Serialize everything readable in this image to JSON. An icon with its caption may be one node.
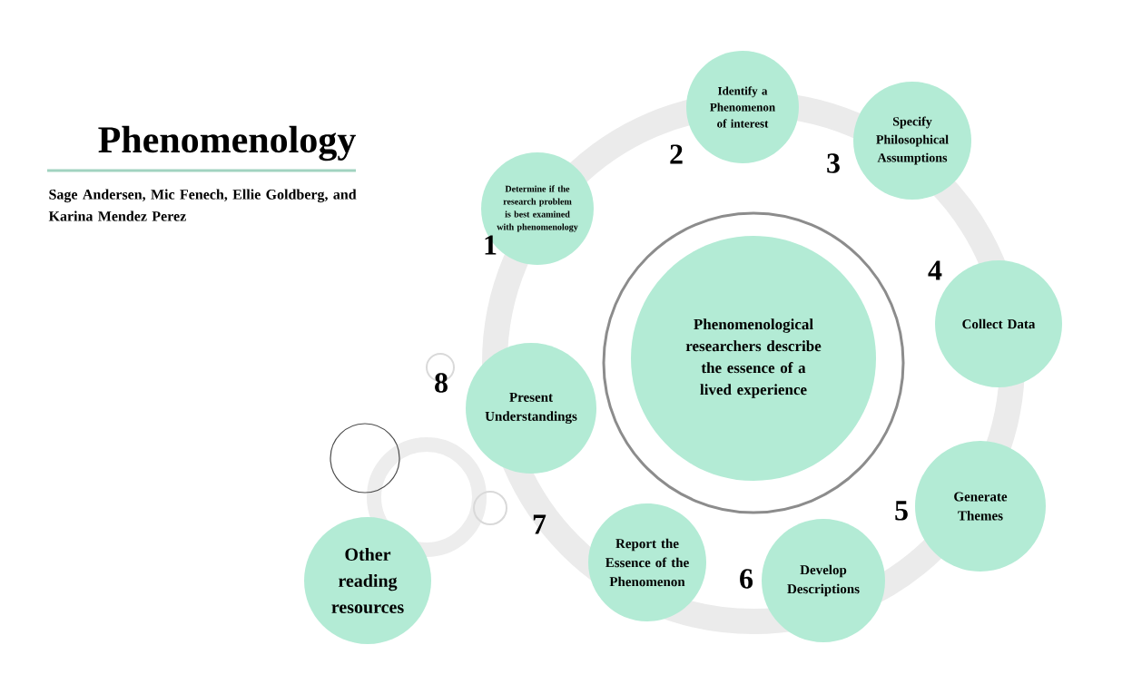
{
  "diagram": {
    "title": "Phenomenology",
    "nodes": [
      {
        "text": [
          "Determine if the research problem is best examined with phenomenology"
        ],
        "beside": [
          "1"
        ]
      },
      {
        "text": [
          "Identify a Phenomenon of interest"
        ],
        "beside": [
          "2"
        ]
      },
      {
        "text": [
          "Specify Philosophical Assumptions"
        ],
        "beside": [
          "3"
        ]
      },
      {
        "text": [
          "Collect Data"
        ],
        "beside": [
          "4"
        ]
      },
      {
        "text": [
          "Generate Themes"
        ],
        "beside": [
          "5"
        ]
      },
      {
        "text": [
          "Develop Descriptions"
        ],
        "beside": [
          "6"
        ]
      },
      {
        "text": [
          "Report the Essence of the Phenomenon"
        ],
        "beside": [
          "7"
        ]
      },
      {
        "text": [
          "Present Understandings"
        ],
        "beside": [
          "8"
        ]
      },
      {
        "text": [
          "**Phenomenological** researchers describe the **essence of a lived experience**"
        ]
      },
      {
        "text": [
          "Other reading resources"
        ]
      }
    ],
    "labels": [
      "Sage Andersen, Mic Fenech, Ellie Goldberg, and Karina Mendez Perez"
    ]
  }
}
